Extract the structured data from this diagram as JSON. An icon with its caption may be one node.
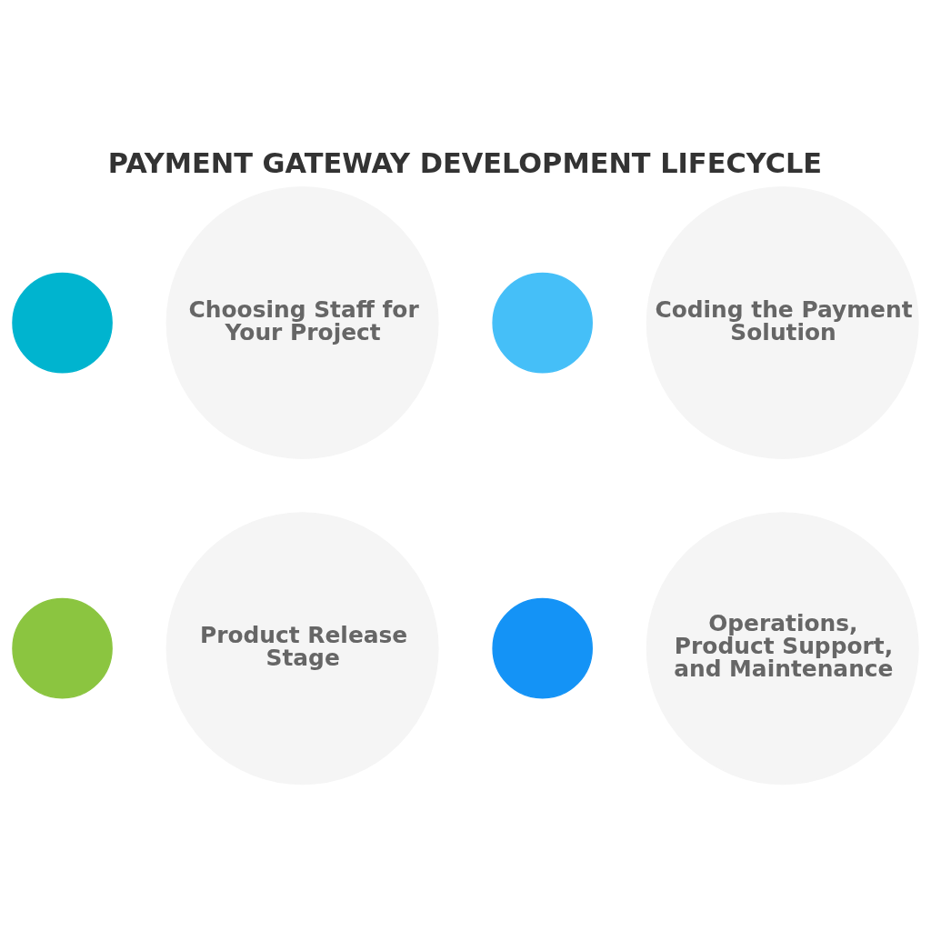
{
  "diagram": {
    "title": "PAYMENT GATEWAY DEVELOPMENT LIFECYCLE",
    "nodes": [
      {
        "text": [],
        "shape": "circle"
      },
      {
        "text": [
          "Choosing Staff for Your Project"
        ]
      },
      {
        "text": [],
        "shape": "circle"
      },
      {
        "text": [
          "Coding the Payment Solution"
        ]
      },
      {
        "text": [],
        "shape": "circle"
      },
      {
        "text": [
          "Product Release Stage"
        ]
      },
      {
        "text": [],
        "shape": "circle"
      },
      {
        "text": [
          "Operations, Product Support, and Maintenance"
        ]
      }
    ],
    "edges": []
  }
}
